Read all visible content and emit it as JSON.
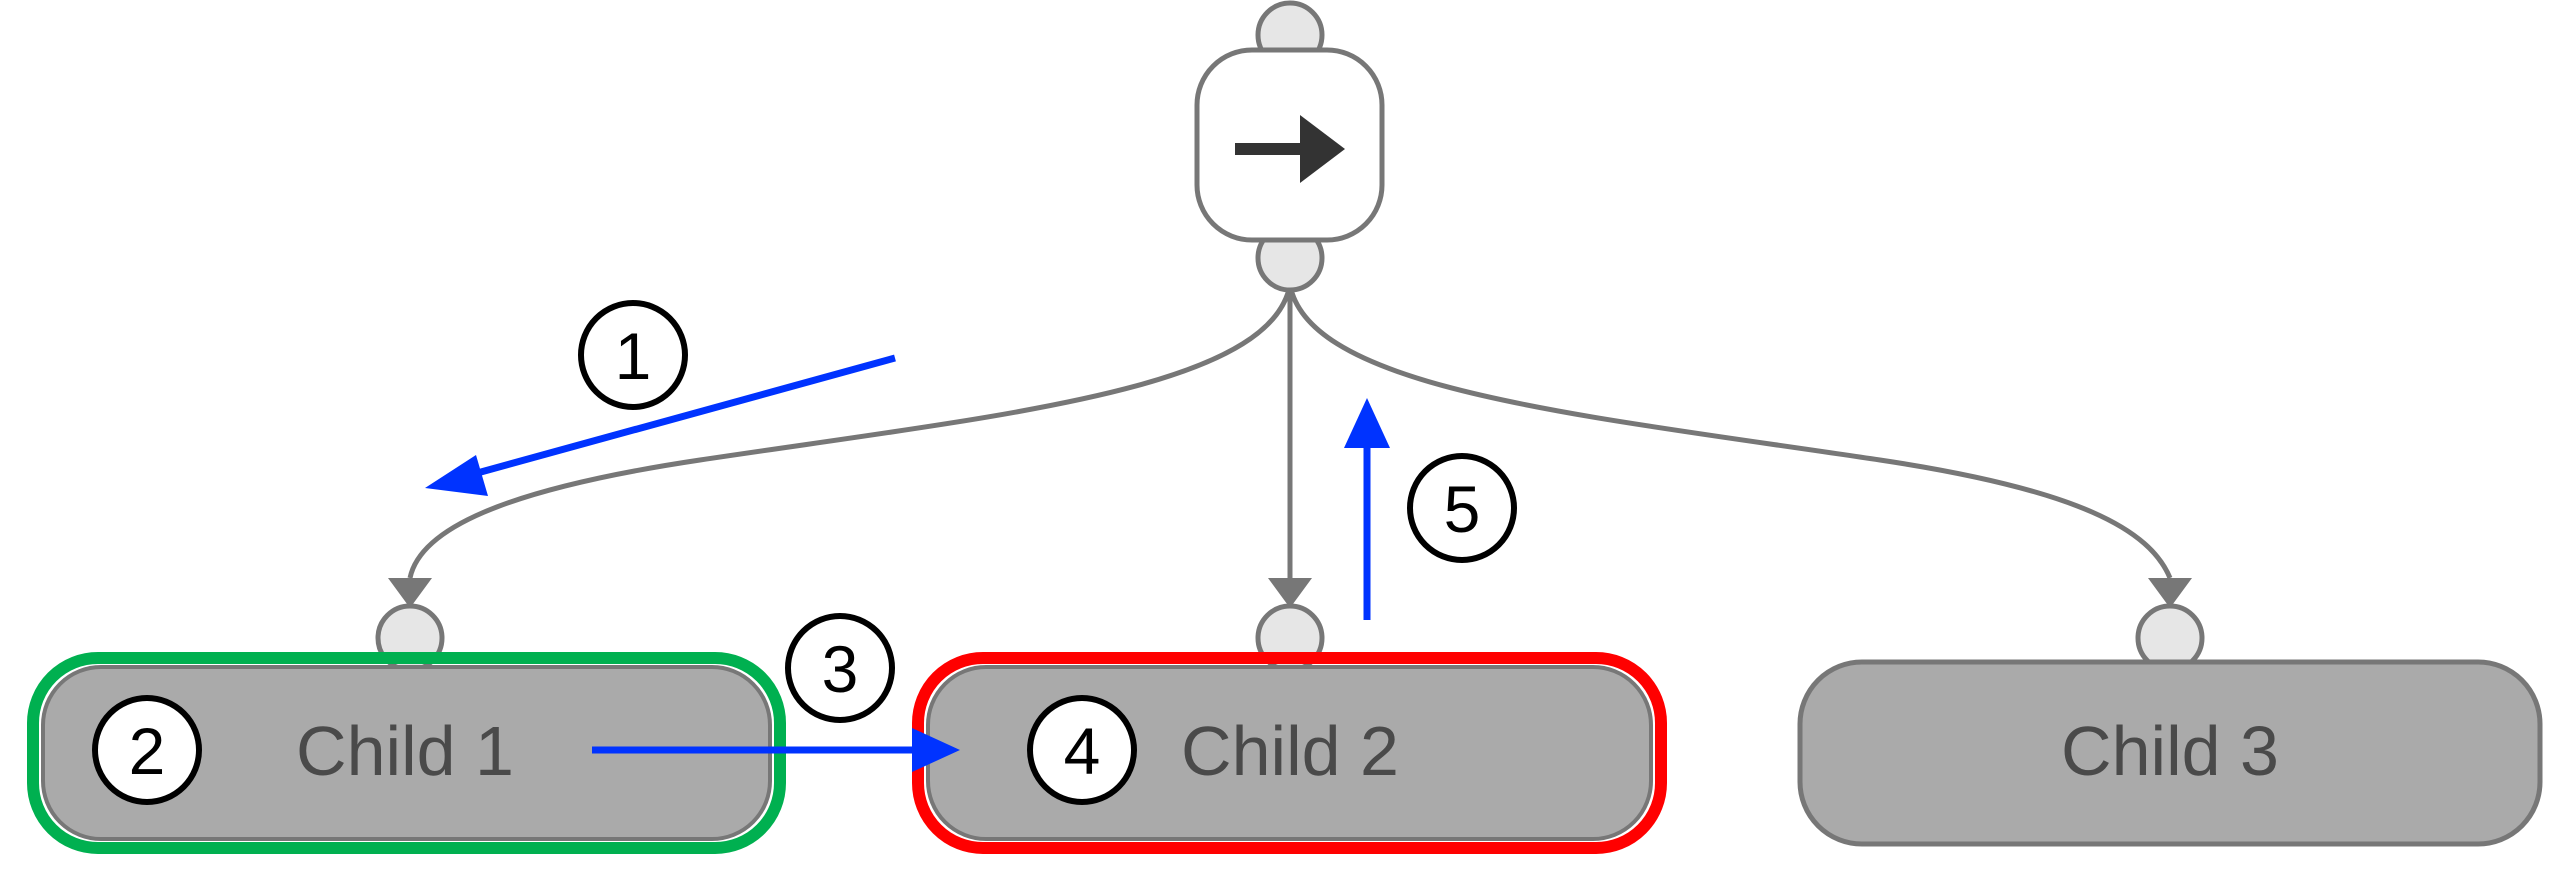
{
  "diagram": {
    "root": {
      "icon": "right-arrow-icon",
      "glyph": "→"
    },
    "children": [
      {
        "label": "Child 1",
        "status": "success",
        "border_color": "#00b050"
      },
      {
        "label": "Child 2",
        "status": "running",
        "border_color": "#ff0000"
      },
      {
        "label": "Child 3",
        "status": "idle",
        "border_color": "#777777"
      }
    ],
    "steps": [
      {
        "number": "1"
      },
      {
        "number": "2"
      },
      {
        "number": "3"
      },
      {
        "number": "4"
      },
      {
        "number": "5"
      }
    ],
    "colors": {
      "flow_arrow": "#0033ff",
      "edge": "#777777",
      "node_fill": "#aaaaaa",
      "root_fill": "#ffffff",
      "port_fill": "#e6e6e6"
    }
  }
}
